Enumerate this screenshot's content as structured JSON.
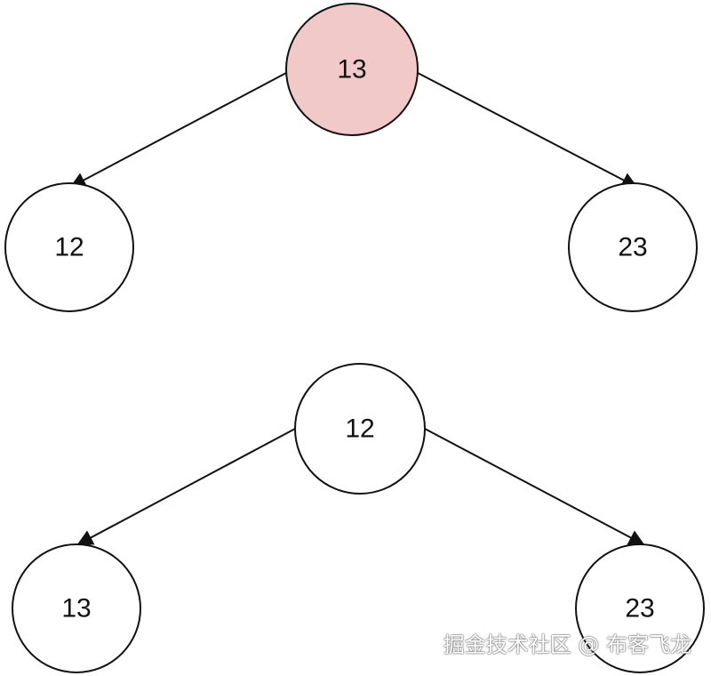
{
  "trees": [
    {
      "root": {
        "label": "13",
        "fill": "#f2c9c9"
      },
      "left": {
        "label": "12",
        "fill": "#ffffff"
      },
      "right": {
        "label": "23",
        "fill": "#ffffff"
      }
    },
    {
      "root": {
        "label": "12",
        "fill": "#ffffff"
      },
      "left": {
        "label": "13",
        "fill": "#ffffff"
      },
      "right": {
        "label": "23",
        "fill": "#ffffff"
      }
    }
  ],
  "watermark": "掘金技术社区 @ 布客飞龙",
  "colors": {
    "stroke": "#111111",
    "highlight": "#f2c9c9"
  }
}
